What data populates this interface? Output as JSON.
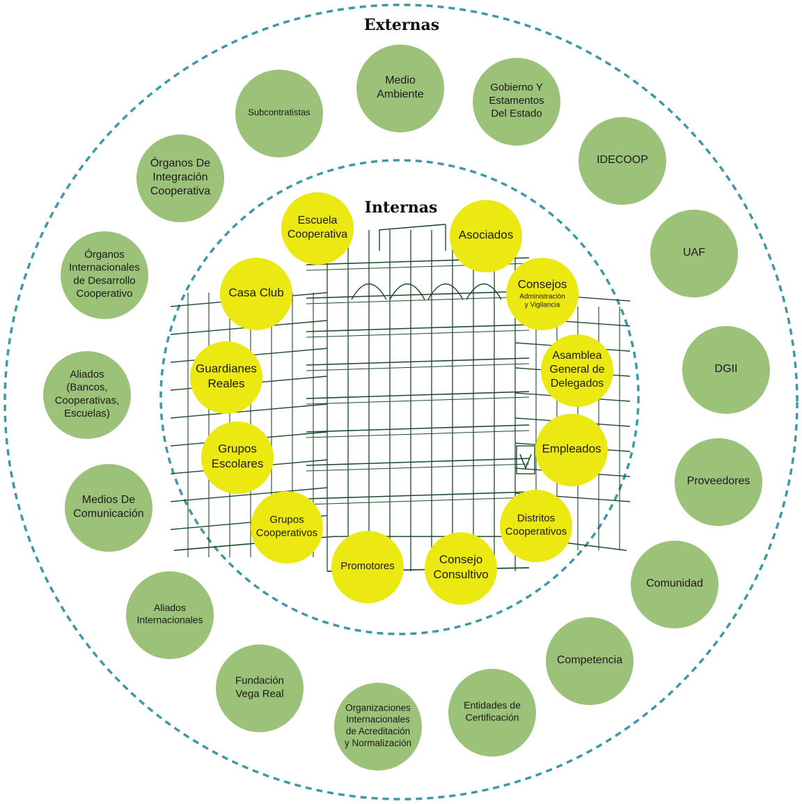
{
  "colors": {
    "external_fill": "#9cc27a",
    "internal_fill": "#ece812",
    "ring_stroke": "#3b9aa6",
    "building_stroke": "#1b4a2b"
  },
  "external": {
    "title": "Externas",
    "nodes": [
      {
        "id": "medio-ambiente",
        "lines": [
          "Medio",
          "Ambiente"
        ],
        "size": 16
      },
      {
        "id": "gobierno",
        "lines": [
          "Gobierno Y",
          "Estamentos",
          "Del Estado"
        ],
        "size": 15
      },
      {
        "id": "idecoop",
        "lines": [
          "IDECOOP"
        ],
        "size": 16
      },
      {
        "id": "uaf",
        "lines": [
          "UAF"
        ],
        "size": 16
      },
      {
        "id": "dgii",
        "lines": [
          "DGII"
        ],
        "size": 16
      },
      {
        "id": "proveedores",
        "lines": [
          "Proveedores"
        ],
        "size": 16
      },
      {
        "id": "comunidad",
        "lines": [
          "Comunidad"
        ],
        "size": 16
      },
      {
        "id": "competencia",
        "lines": [
          "Competencia"
        ],
        "size": 16
      },
      {
        "id": "entidades-certificacion",
        "lines": [
          "Entidades de",
          "Certificación"
        ],
        "size": 14
      },
      {
        "id": "org-internacionales-acreditacion",
        "lines": [
          "Organizaciones",
          "Internacionales",
          "de Acreditación",
          "y Normalización"
        ],
        "size": 13.5
      },
      {
        "id": "fundacion-vega-real",
        "lines": [
          "Fundación",
          "Vega Real"
        ],
        "size": 15
      },
      {
        "id": "aliados-internacionales",
        "lines": [
          "Aliados",
          "Internacionales"
        ],
        "size": 14
      },
      {
        "id": "medios-comunicacion",
        "lines": [
          "Medios De",
          "Comunicación"
        ],
        "size": 16
      },
      {
        "id": "aliados",
        "lines": [
          "Aliados",
          "(Bancos,",
          "Cooperativas,",
          "Escuelas)"
        ],
        "size": 15
      },
      {
        "id": "organos-internacionales",
        "lines": [
          "Órganos",
          "Internacionales",
          "de Desarrollo",
          "Cooperativo"
        ],
        "size": 15
      },
      {
        "id": "organos-integracion",
        "lines": [
          "Órganos De",
          "Integración",
          "Cooperativa"
        ],
        "size": 16
      },
      {
        "id": "subcontratistas",
        "lines": [
          "Subcontratistas"
        ],
        "size": 13
      }
    ]
  },
  "internal": {
    "title": "Internas",
    "nodes": [
      {
        "id": "escuela-cooperativa",
        "lines": [
          "Escuela",
          "Cooperativa"
        ],
        "size": 16
      },
      {
        "id": "asociados",
        "lines": [
          "Asociados"
        ],
        "size": 17
      },
      {
        "id": "consejos",
        "lines": [
          "Consejos"
        ],
        "sub": [
          "Administración",
          "y Vigilancia"
        ],
        "size": 17
      },
      {
        "id": "casa-club",
        "lines": [
          "Casa Club"
        ],
        "size": 17
      },
      {
        "id": "guardianes-reales",
        "lines": [
          "Guardianes",
          "Reales"
        ],
        "size": 17
      },
      {
        "id": "asamblea",
        "lines": [
          "Asamblea",
          "General de",
          "Delegados"
        ],
        "size": 16
      },
      {
        "id": "grupos-escolares",
        "lines": [
          "Grupos",
          "Escolares"
        ],
        "size": 17
      },
      {
        "id": "empleados",
        "lines": [
          "Empleados"
        ],
        "size": 17
      },
      {
        "id": "grupos-cooperativos",
        "lines": [
          "Grupos",
          "Cooperativos"
        ],
        "size": 15
      },
      {
        "id": "distritos-cooperativos",
        "lines": [
          "Distritos",
          "Cooperativos"
        ],
        "size": 15
      },
      {
        "id": "promotores",
        "lines": [
          "Promotores"
        ],
        "size": 15
      },
      {
        "id": "consejo-consultivo",
        "lines": [
          "Consejo",
          "Consultivo"
        ],
        "size": 17
      }
    ]
  }
}
